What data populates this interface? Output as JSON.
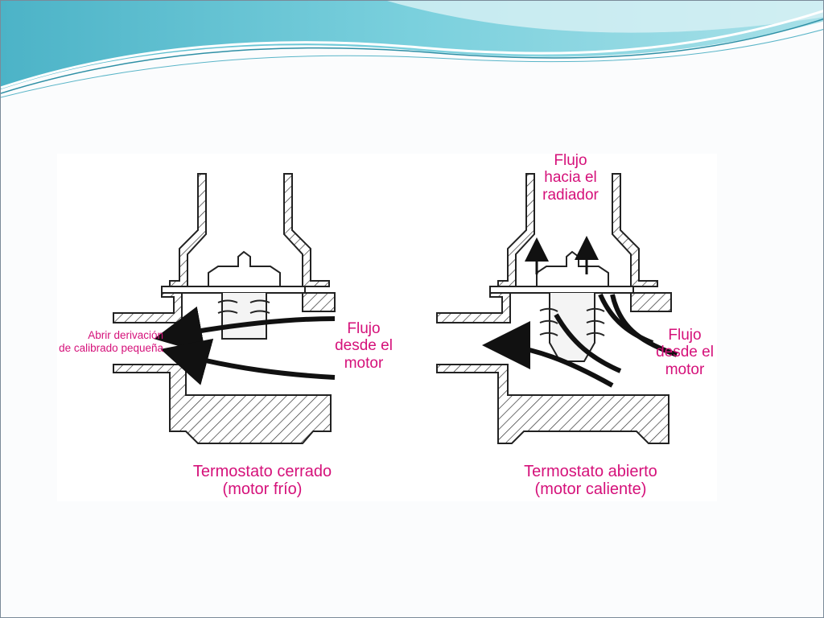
{
  "left_panel": {
    "caption": "Termostato cerrado\n(motor frío)",
    "flow_label": "Flujo\ndesde el\nmotor",
    "bypass_label": "Abrir derivación\nde calibrado pequeña"
  },
  "right_panel": {
    "caption": "Termostato abierto\n(motor caliente)",
    "flow_in_label": "Flujo\ndesde el\nmotor",
    "flow_out_label": "Flujo\nhacia el\nradiador"
  },
  "colors": {
    "label": "#d5117a",
    "header_teal": "#5fc3d4",
    "header_light": "#b9e5ec"
  },
  "icons": [
    "arrow-right-icon",
    "arrow-up-icon"
  ]
}
